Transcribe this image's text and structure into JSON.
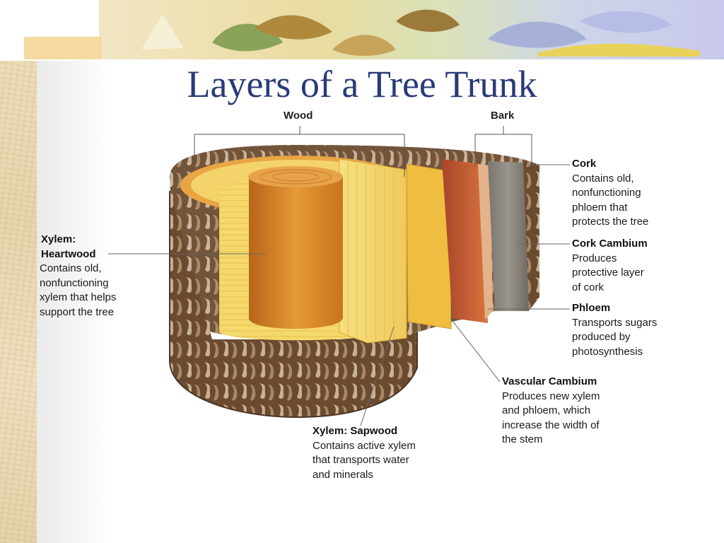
{
  "title": "Layers of a Tree Trunk",
  "group_labels": {
    "wood": "Wood",
    "bark": "Bark"
  },
  "layers": [
    {
      "key": "cork",
      "name": "Cork",
      "description": "Contains old,\nnonfunctioning\nphloem that\nprotects the tree"
    },
    {
      "key": "cork_cambium",
      "name": "Cork Cambium",
      "description": "Produces\nprotective layer\nof cork"
    },
    {
      "key": "phloem",
      "name": "Phloem",
      "description": "Transports sugars\nproduced by\nphotosynthesis"
    },
    {
      "key": "vascular_cambium",
      "name": "Vascular Cambium",
      "description": "Produces new xylem\nand phloem, which\nincrease the width of\nthe stem"
    },
    {
      "key": "sapwood",
      "name": "Xylem: Sapwood",
      "description": "Contains active xylem\nthat transports water\nand minerals"
    },
    {
      "key": "heartwood",
      "name": "Xylem:\nHeartwood",
      "description": "Contains old,\nnonfunctioning\nxylem that helps\nsupport the tree"
    }
  ],
  "colors": {
    "title": "#283a78",
    "heartwood": "#d8892a",
    "sapwood": "#f3d66a",
    "vascular_cambium": "#e9b43c",
    "phloem": "#c65a30",
    "cork_cambium": "#e3b08a",
    "cork": "#8d8a80",
    "outer_bark": "#7a5a3c"
  }
}
